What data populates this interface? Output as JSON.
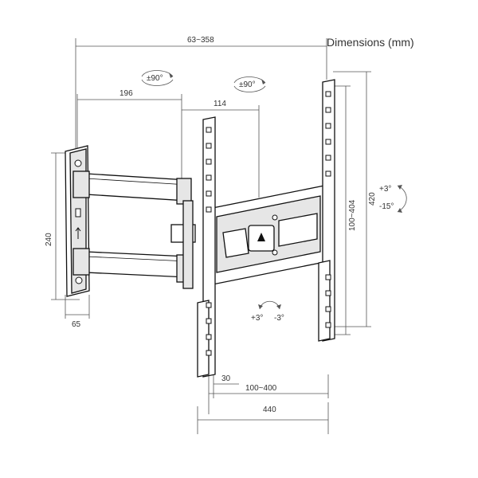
{
  "title": "Dimensions (mm)",
  "dimensions": {
    "total_extension": "63~358",
    "arm_length": "196",
    "arm_second": "114",
    "wall_plate_height": "240",
    "wall_plate_depth": "65",
    "vesa_vertical": "100~404",
    "bracket_height": "420",
    "bracket_offset": "30",
    "vesa_horizontal": "100~400",
    "bracket_width": "440"
  },
  "rotations": {
    "swivel_left": "±90°",
    "swivel_right": "±90°",
    "tilt_up": "+3°",
    "tilt_down": "-15°",
    "level_plus": "+3°",
    "level_minus": "-3°"
  }
}
